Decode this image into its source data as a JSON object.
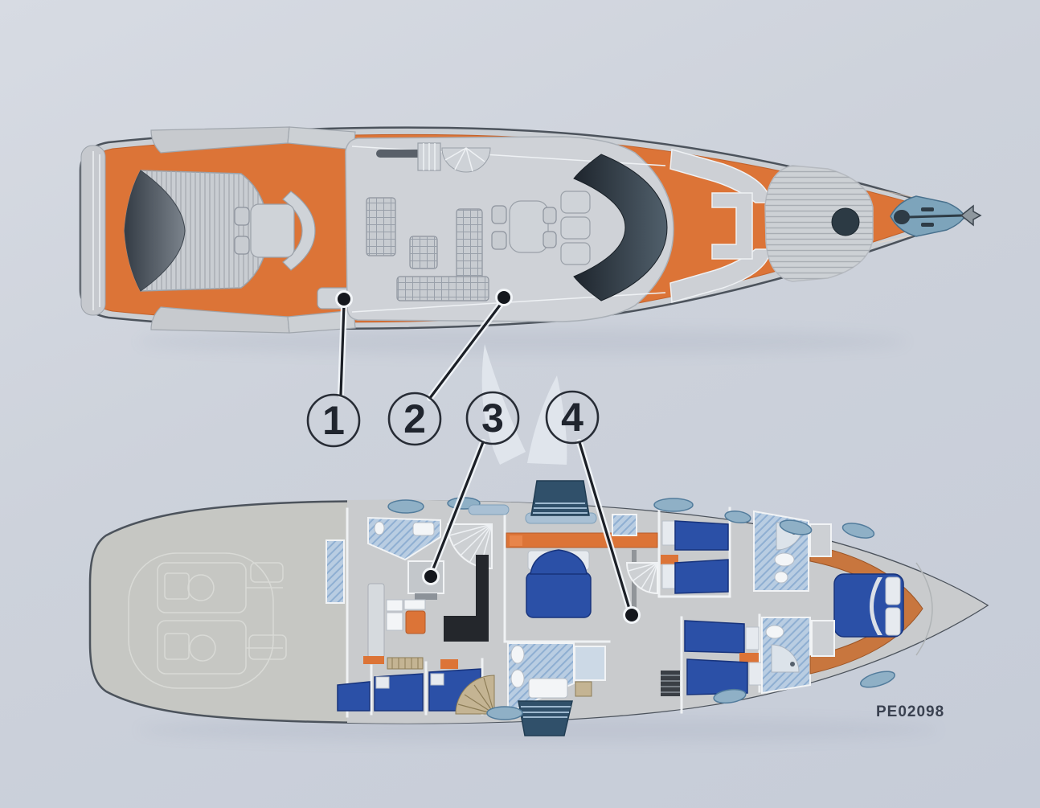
{
  "document": {
    "code_label": "PE02098",
    "description": "yacht deck plan diagram, two decks with numbered callouts"
  },
  "callouts": [
    {
      "label": "1"
    },
    {
      "label": "2"
    },
    {
      "label": "3"
    },
    {
      "label": "4"
    }
  ],
  "colors": {
    "paper": "#cdd2db",
    "deck_orange": "#dc7437",
    "deck_orange_dark": "#b85b29",
    "bed_blue": "#2b50a7",
    "bed_blue_dark": "#17337c",
    "tile_blue": "#b9cde2",
    "hull_gray": "#cbcfd4",
    "hull_stroke": "#4c535c",
    "line_dark": "#1b1f26",
    "navy": "#30506a",
    "linen": "#e6eaef",
    "tan": "#c4b493",
    "watermark": "#e0e5ec"
  }
}
